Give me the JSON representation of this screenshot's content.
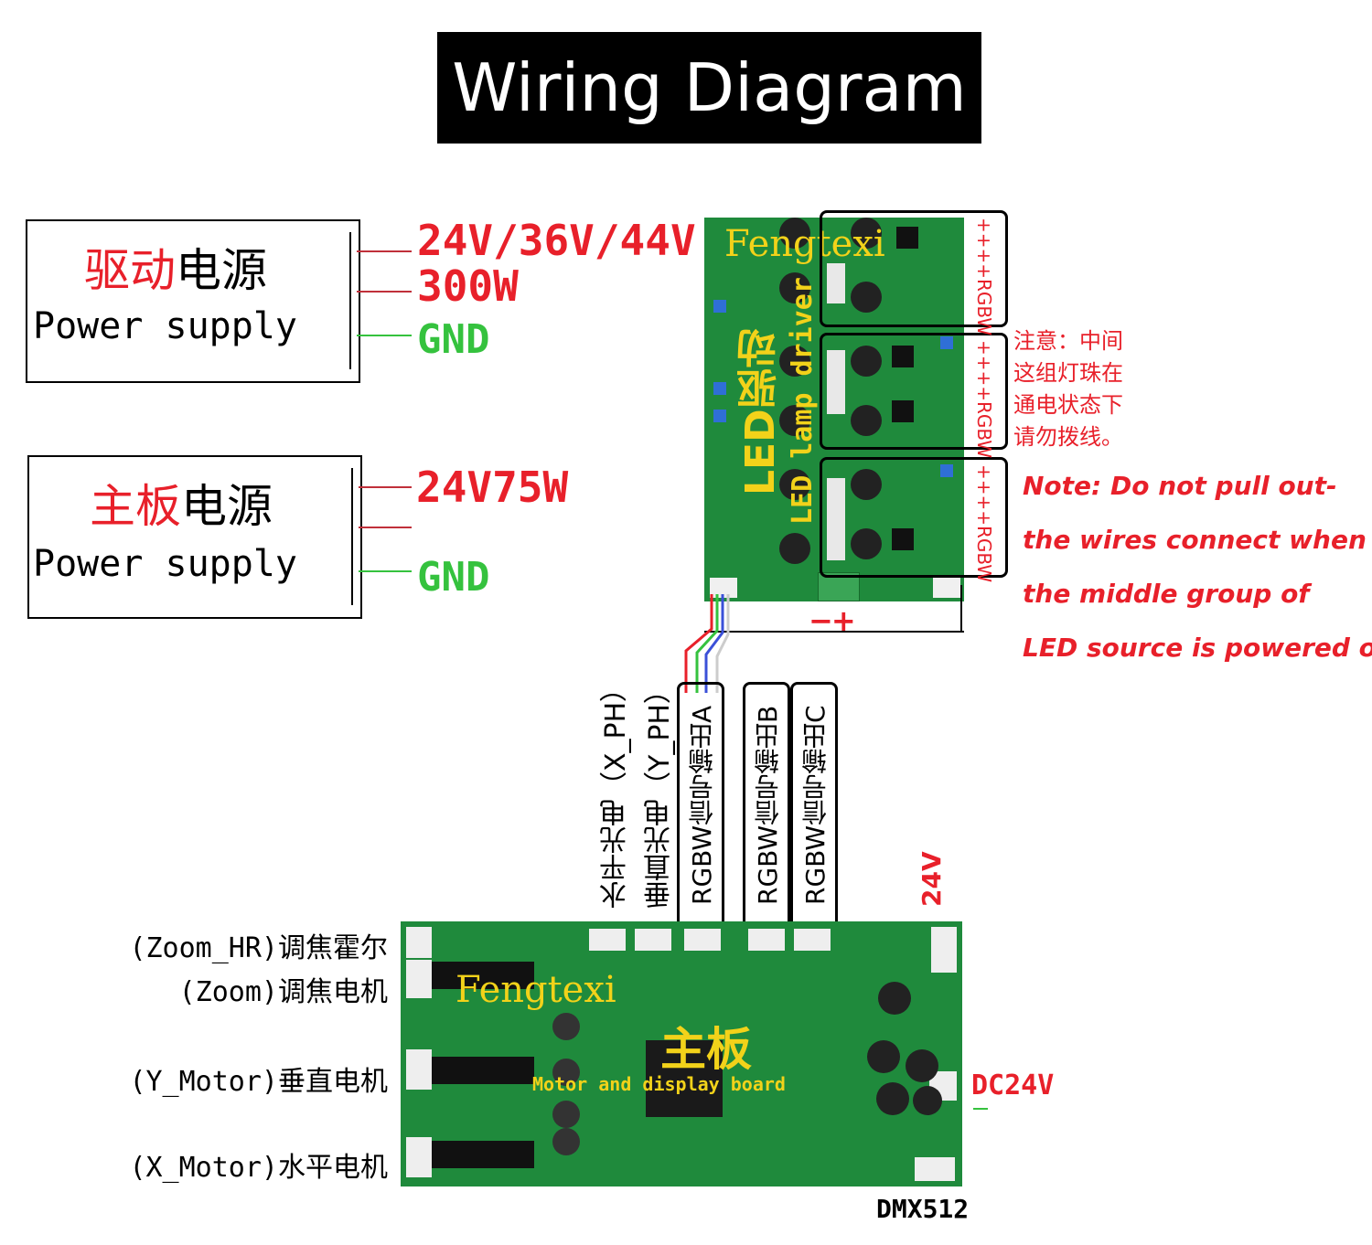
{
  "title": "Wiring Diagram",
  "drive_power": {
    "label_cn_red": "驱动",
    "label_cn_black": "电源",
    "label_en": "Power supply",
    "voltage": "24V/36V/44V",
    "wattage": "300W",
    "ground": "GND"
  },
  "main_power": {
    "label_cn_red": "主板",
    "label_cn_black": "电源",
    "label_en": "Power supply",
    "voltage": "24V75W",
    "ground": "GND"
  },
  "driver_board": {
    "brand": "Fengtexi",
    "label_cn": "LED驱动",
    "label_en": "LED lamp driver",
    "channel_label": "++++RGBW",
    "terminal_polarity": "−+"
  },
  "note": {
    "cn": [
      "注意：中间",
      "这组灯珠在",
      "通电状态下",
      "请勿拨线。"
    ],
    "en": [
      "Note: Do not pull out-",
      "the wires connect when",
      "the middle group of",
      "LED source is powered on"
    ]
  },
  "connector_labels": {
    "x_ph": "水平光电（X_PH）",
    "y_ph": "垂直光电（Y_PH）",
    "rgbw_a": "RGBW信号输出A",
    "rgbw_b": "RGBW信号输出B",
    "rgbw_c": "RGBW信号输出C",
    "v24": "24V"
  },
  "main_board": {
    "brand": "Fengtexi",
    "label_cn": "主板",
    "label_en": "Motor and display board",
    "dc_label": "DC24V",
    "dmx_label": "DMX512"
  },
  "motor_labels": [
    "(Zoom_HR)调焦霍尔",
    "(Zoom)调焦电机",
    "(Y_Motor)垂直电机",
    "(X_Motor)水平电机"
  ],
  "colors": {
    "red": "#e8202a",
    "green": "#35c23e",
    "pcb": "#1f8a3c",
    "brand": "#f2d21a"
  }
}
